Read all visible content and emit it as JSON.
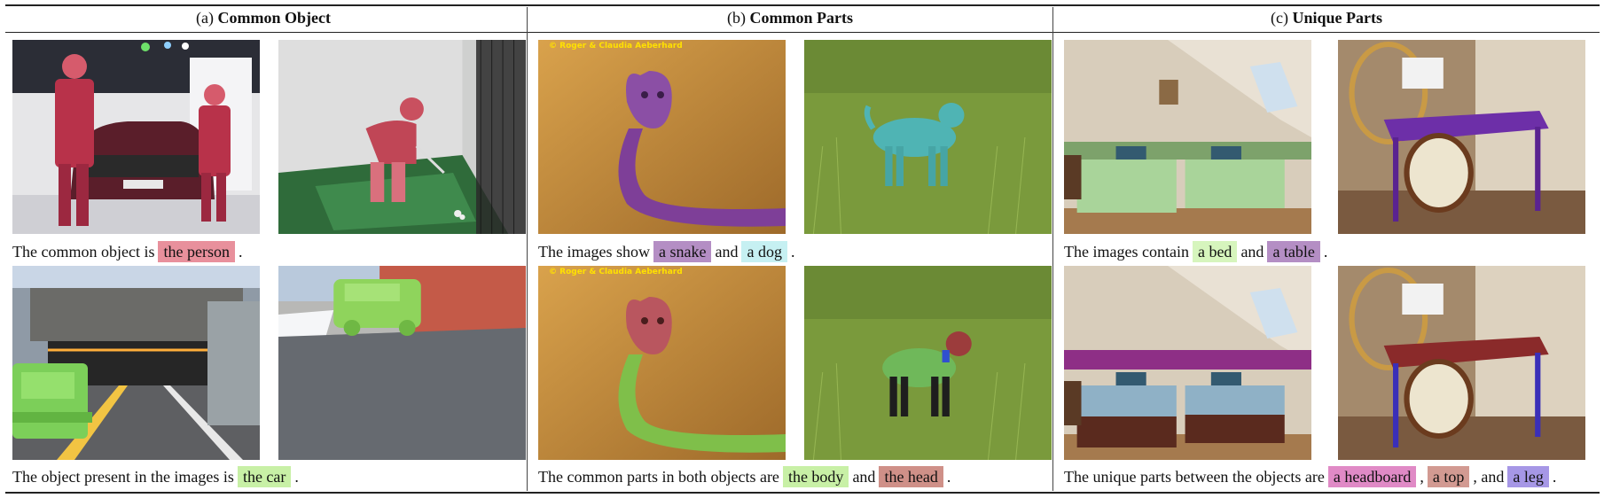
{
  "columns": [
    {
      "label": "(a)",
      "title": "Common Object",
      "captions": [
        {
          "pre": "The common object is",
          "items": [
            {
              "text": "the person",
              "color": "#e8909c"
            }
          ],
          "post": "."
        },
        {
          "pre": "The object present in the images is",
          "items": [
            {
              "text": "the car",
              "color": "#c8f0a6"
            }
          ],
          "post": "."
        }
      ]
    },
    {
      "label": "(b)",
      "title": "Common Parts",
      "watermark": "© Roger & Claudia Aeberhard",
      "captions": [
        {
          "pre": "The images show",
          "items": [
            {
              "text": "a snake",
              "color": "#b48ec4"
            },
            {
              "text": "a dog",
              "color": "#c6f0f2"
            }
          ],
          "joiners": [
            "and"
          ],
          "post": "."
        },
        {
          "pre": "The common parts in both objects are",
          "items": [
            {
              "text": "the body",
              "color": "#c8f0a6"
            },
            {
              "text": "the head",
              "color": "#cf9088"
            }
          ],
          "joiners": [
            "and"
          ],
          "post": "."
        }
      ]
    },
    {
      "label": "(c)",
      "title": "Unique Parts",
      "captions": [
        {
          "pre": "The images contain",
          "items": [
            {
              "text": "a bed",
              "color": "#d6f5bd"
            },
            {
              "text": "a table",
              "color": "#b48ec4"
            }
          ],
          "joiners": [
            "and"
          ],
          "post": "."
        },
        {
          "pre": "The unique parts between the objects are",
          "items": [
            {
              "text": "a headboard",
              "color": "#e08ac6"
            },
            {
              "text": "a top",
              "color": "#d29a92"
            },
            {
              "text": "a leg",
              "color": "#a697e6"
            }
          ],
          "joiners": [
            ",",
            ", and"
          ],
          "post": "."
        }
      ]
    }
  ]
}
